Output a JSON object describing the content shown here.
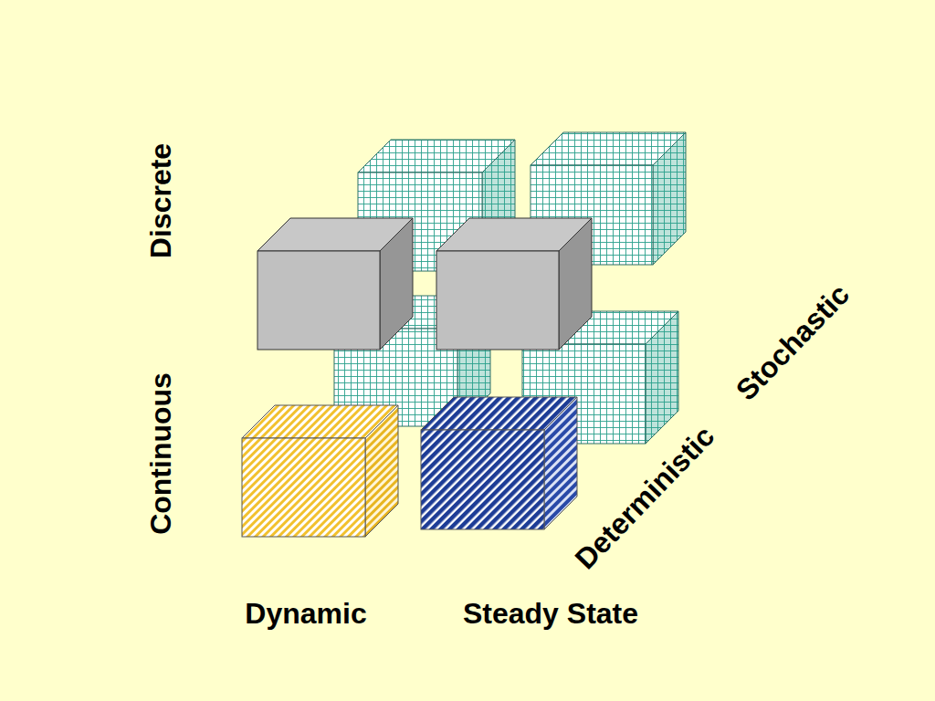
{
  "diagram": {
    "labels": [
      "Discrete",
      "Continuous",
      "Dynamic",
      "Steady State",
      "Deterministic",
      "Stochastic"
    ]
  }
}
